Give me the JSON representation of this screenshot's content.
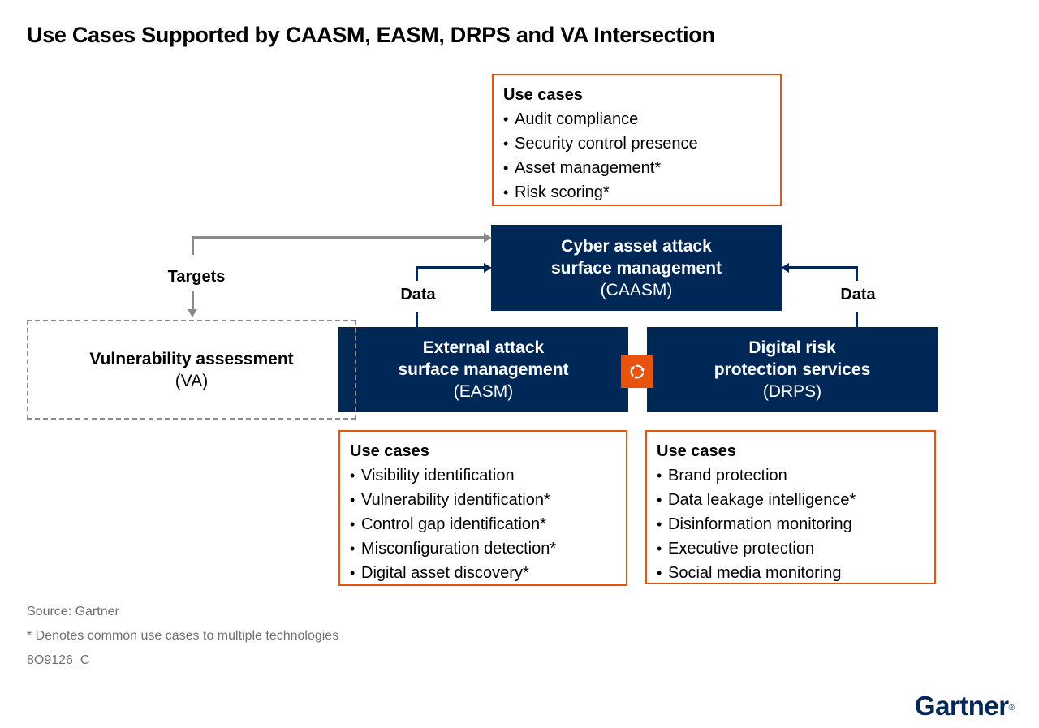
{
  "title": "Use Cases Supported by CAASM, EASM, DRPS and VA Intersection",
  "bullet_char": "•",
  "caasm_use_cases": {
    "header": "Use cases",
    "items": [
      "Audit compliance",
      "Security control presence",
      "Asset management*",
      "Risk scoring*"
    ]
  },
  "easm_use_cases": {
    "header": "Use cases",
    "items": [
      "Visibility identification",
      "Vulnerability identification*",
      "Control gap identification*",
      "Misconfiguration detection*",
      "Digital asset discovery*"
    ]
  },
  "drps_use_cases": {
    "header": "Use cases",
    "items": [
      "Brand protection",
      "Data leakage intelligence*",
      "Disinformation monitoring",
      "Executive protection",
      "Social media monitoring"
    ]
  },
  "boxes": {
    "caasm": {
      "name_line1": "Cyber asset attack",
      "name_line2": "surface management",
      "acronym": "(CAASM)"
    },
    "easm": {
      "name_line1": "External attack",
      "name_line2": "surface management",
      "acronym": "(EASM)"
    },
    "drps": {
      "name_line1": "Digital risk",
      "name_line2": "protection services",
      "acronym": "(DRPS)"
    },
    "va": {
      "name": "Vulnerability assessment",
      "acronym": "(VA)"
    }
  },
  "labels": {
    "targets": "Targets",
    "data": "Data"
  },
  "icons": {
    "sync": "circular-arrows-icon"
  },
  "footer": {
    "source": "Source: Gartner",
    "note": "* Denotes common use cases to multiple technologies",
    "doc_id": "8O9126_C"
  },
  "logo": {
    "text": "Gartner",
    "registered": "®"
  },
  "colors": {
    "navy": "#002856",
    "orange": "#E8540D",
    "arrow_gray": "#8a8a8a",
    "dash_gray": "#8c8c8c",
    "footer_gray": "#6F6F78",
    "text_black": "#000000"
  }
}
